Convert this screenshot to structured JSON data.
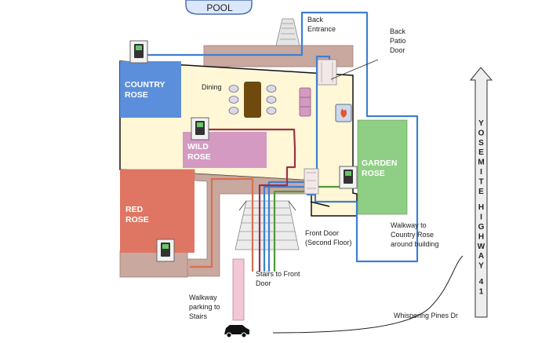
{
  "labels": {
    "pool": "POOL",
    "back_entrance": [
      "Back",
      "Entrance"
    ],
    "back_patio_door": [
      "Back",
      "Patio",
      "Door"
    ],
    "dining": "Dining",
    "country_rose": [
      "COUNTRY",
      "ROSE"
    ],
    "wild_rose": [
      "WILD",
      "ROSE"
    ],
    "garden_rose": [
      "GARDEN",
      "ROSE"
    ],
    "red_rose": [
      "RED",
      "ROSE"
    ],
    "front_door": [
      "Front Door",
      "(Second Floor)"
    ],
    "walkway_country": [
      "Walkway to",
      "Country Rose",
      "around building"
    ],
    "stairs_front": [
      "Stairs to Front",
      "Door"
    ],
    "walkway_parking": [
      "Walkway",
      "parking to",
      "Stairs"
    ],
    "whispering_pines": "Whispering Pines Dr",
    "highway_letters": [
      "Y",
      "O",
      "S",
      "E",
      "M",
      "I",
      "T",
      "E",
      "",
      "H",
      "I",
      "G",
      "H",
      "W",
      "A",
      "Y",
      "",
      "4",
      "1"
    ]
  },
  "icons": {
    "keypad": "keypad-icon",
    "fireplace": "fireplace-icon",
    "car": "car-icon",
    "stairs": "stairs-icon",
    "door": "door-icon"
  },
  "colors": {
    "country_rose": "#5b8fdb",
    "wild_rose": "#d49ac2",
    "garden_rose": "#8fcf85",
    "red_rose": "#de7663",
    "common_area": "#fff7d6",
    "walkway": "#c9a89f",
    "blue_path": "#3d7fd1",
    "red_path": "#d8704f",
    "maroon_path": "#9b3346",
    "green_path": "#4f9a3a"
  }
}
